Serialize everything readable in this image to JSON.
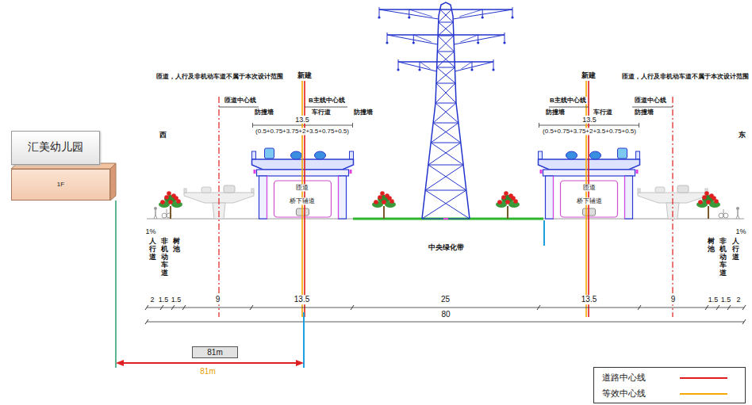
{
  "diagram": {
    "nodes": [
      {
        "text": [
          "汇美幼儿园"
        ]
      },
      {
        "text": [
          "1F"
        ]
      },
      {
        "text": [
          "81m"
        ]
      }
    ],
    "labels": [
      "匝道，人行及非机动车道不属于本次设计范围",
      "新建",
      "B主线中心线",
      "新建",
      "B主线中心线",
      "匝道，人行及非机动车道不属于本次设计范围",
      "匝道中心线",
      "匝道中心线",
      "防撞墙",
      "车行道",
      "防撞墙",
      "防撞墙",
      "车行道",
      "防撞墙",
      "13.5",
      "(0.5+0.75+3.75+2+3.5+0.75+0.5)",
      "13.5",
      "(0.5+0.75+3.75+2+3.5+0.75+0.5)",
      "西",
      "东",
      "匝道",
      "桥下辅道",
      "匝道",
      "桥下辅道",
      "1%",
      "1%",
      "人行道",
      "非机动车道",
      "树池",
      "中央绿化带",
      "树池",
      "非机动车道",
      "人行道",
      "2",
      "1.5",
      "1.5",
      "9",
      "13.5",
      "25",
      "13.5",
      "9",
      "1.5",
      "1.5",
      "2",
      "80",
      "81m"
    ],
    "legend": [
      {
        "text": "道路中心线"
      },
      {
        "text": "等效中心线"
      }
    ]
  }
}
